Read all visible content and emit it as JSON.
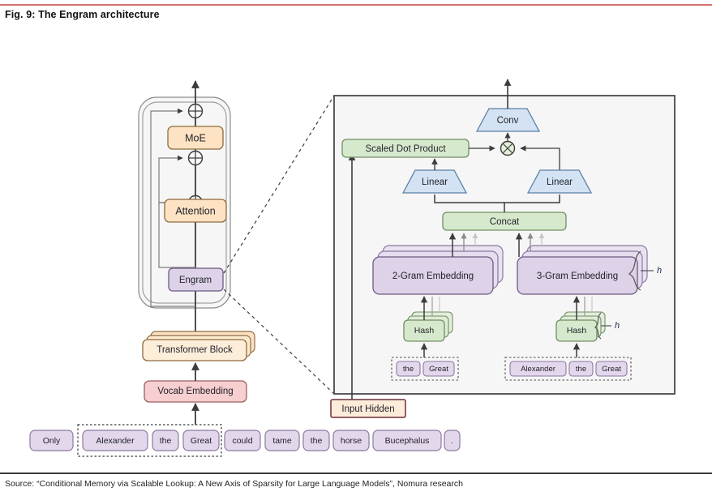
{
  "figure": {
    "title": "Fig. 9: The Engram architecture",
    "source": "Source: “Conditional Memory via Scalable Lookup: A New Axis of Sparsity for Large Language Models”, Nomura research"
  },
  "colors": {
    "rule_top": "#d4736b",
    "rule_bottom": "#3a3a3a",
    "orange_fill": "#fde3c4",
    "orange_stroke": "#8c6b3f",
    "purple_fill": "#ddd2e8",
    "purple_stroke": "#6b5a80",
    "pink_fill": "#f7cfd0",
    "pink_stroke": "#9a5f63",
    "green_fill": "#d6e9cd",
    "green_stroke": "#6f8f63",
    "blue_fill": "#d3e3f3",
    "blue_stroke": "#5b7fa6",
    "panel_fill": "#f6f6f6",
    "panel_stroke": "#4a4a4a",
    "token_fill": "#e3d7ec",
    "token_stroke": "#8b7aa0",
    "arrow": "#3c3c3c"
  },
  "left_stack": {
    "container_name": "transformer-layer-container",
    "blocks": [
      {
        "id": "moe",
        "label": "MoE",
        "style": "orange"
      },
      {
        "id": "attention",
        "label": "Attention",
        "style": "orange"
      },
      {
        "id": "engram",
        "label": "Engram",
        "style": "purple"
      }
    ],
    "residual_operator": "⊕",
    "residual_count": 3,
    "below": [
      {
        "id": "transformer-block",
        "label": "Transformer Block",
        "style": "orange",
        "stacked": true
      },
      {
        "id": "vocab-embedding",
        "label": "Vocab Embedding",
        "style": "pink",
        "stacked": false
      }
    ]
  },
  "input_sentence": {
    "tokens": [
      "Only",
      "Alexander",
      "the",
      "Great",
      "could",
      "tame",
      "the",
      "horse",
      "Bucephalus",
      "."
    ],
    "highlight_group": {
      "start_index": 1,
      "end_index": 3,
      "style": "dotted-box"
    }
  },
  "detail_panel": {
    "name": "engram-detail-panel",
    "input_hidden": {
      "label": "Input Hidden",
      "style": "cream"
    },
    "nodes": [
      {
        "id": "conv",
        "label": "Conv",
        "shape": "trapezoid",
        "style": "blue"
      },
      {
        "id": "scaled-dot-product",
        "label": "Scaled Dot Product",
        "shape": "rect",
        "style": "green"
      },
      {
        "id": "multiply",
        "label": "⊗",
        "shape": "circle",
        "style": "green"
      },
      {
        "id": "linear-left",
        "label": "Linear",
        "shape": "trapezoid",
        "style": "blue"
      },
      {
        "id": "linear-right",
        "label": "Linear",
        "shape": "trapezoid",
        "style": "blue"
      },
      {
        "id": "concat",
        "label": "Concat",
        "shape": "rect",
        "style": "green"
      }
    ],
    "branches": [
      {
        "id": "branch-2gram",
        "embedding_label": "2-Gram Embedding",
        "hash_label": "Hash",
        "stack_depth": 3,
        "tokens": [
          "the",
          "Great"
        ],
        "head_label": null
      },
      {
        "id": "branch-3gram",
        "embedding_label": "3-Gram Embedding",
        "hash_label": "Hash",
        "stack_depth": 3,
        "tokens": [
          "Alexander",
          "the",
          "Great"
        ],
        "head_label": "h"
      }
    ],
    "brace_labels": [
      "h",
      "h"
    ]
  }
}
